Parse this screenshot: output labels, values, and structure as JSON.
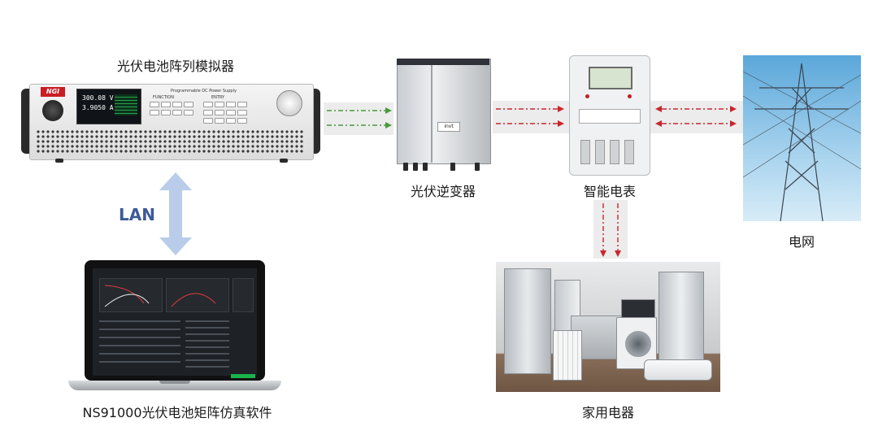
{
  "nodes": {
    "simulator": {
      "label": "光伏电池阵列模拟器"
    },
    "inverter": {
      "label": "光伏逆变器"
    },
    "meter": {
      "label": "智能电表"
    },
    "grid": {
      "label": "电网"
    },
    "software": {
      "label": "NS91000光伏电池矩阵仿真软件"
    },
    "appliances": {
      "label": "家用电器"
    }
  },
  "device_text": {
    "brand": "NGI",
    "voltage_reading": "300.08 V",
    "current_reading": "3.9050 A",
    "panel_title": "Programmable DC Power Supply",
    "function_label": "FUNCTION",
    "entry_label": "ENTRY",
    "inverter_brand": "invt"
  },
  "links": {
    "lan_label": "LAN"
  },
  "colors": {
    "green_arrow": "#4a9a3c",
    "red_arrow": "#c8262e",
    "band": "#e9e9e9",
    "lan_arrow": "#b9cce9",
    "lan_text": "#3d5a98"
  }
}
